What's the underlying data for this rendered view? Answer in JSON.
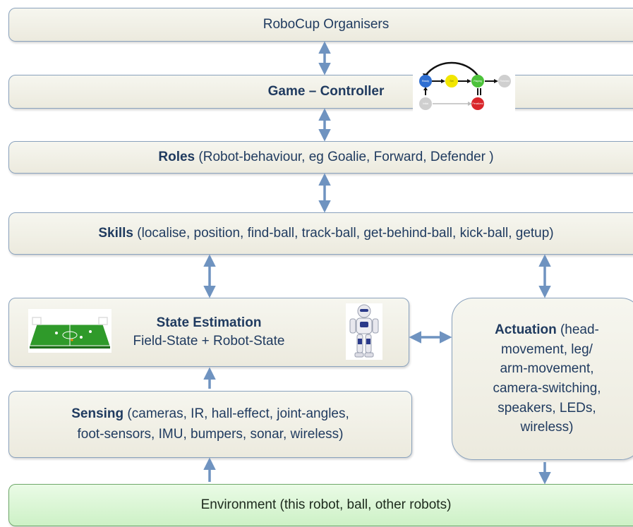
{
  "organisers": {
    "label": "RoboCup Organisers"
  },
  "game_controller": {
    "label": "Game – Controller",
    "states": [
      "Ready",
      "Set",
      "Playing",
      "Finished",
      "Initial",
      "Penalized"
    ]
  },
  "roles": {
    "bold": "Roles",
    "rest": " (Robot-behaviour, eg Goalie, Forward, Defender )"
  },
  "skills": {
    "bold": "Skills",
    "rest": " (localise, position, find-ball, track-ball, get-behind-ball, kick-ball, getup)"
  },
  "state_estimation": {
    "title": "State Estimation",
    "subtitle": "Field-State + Robot-State"
  },
  "sensing": {
    "bold": "Sensing",
    "line1_rest": " (cameras, IR, hall-effect, joint-angles,",
    "line2": "foot-sensors, IMU, bumpers, sonar, wireless)"
  },
  "actuation": {
    "bold": "Actuation",
    "line1_rest": " (head-",
    "line2": "movement, leg/",
    "line3": "arm-movement,",
    "line4": "camera-switching,",
    "line5": "speakers, LEDs,",
    "line6": "wireless)"
  },
  "environment": {
    "label": "Environment (this robot, ball, other robots)"
  },
  "colors": {
    "arrow": "#6f93c0",
    "box_text": "#1f3a5f",
    "box_border": "#8aa2bd",
    "env_fill": "#cdf1c6",
    "state_ready": "#2f6fd1",
    "state_set": "#f2e600",
    "state_playing": "#4cc23a",
    "state_finished": "#cfcfcf",
    "state_initial": "#cfcfcf",
    "state_penalized": "#d9262b"
  }
}
